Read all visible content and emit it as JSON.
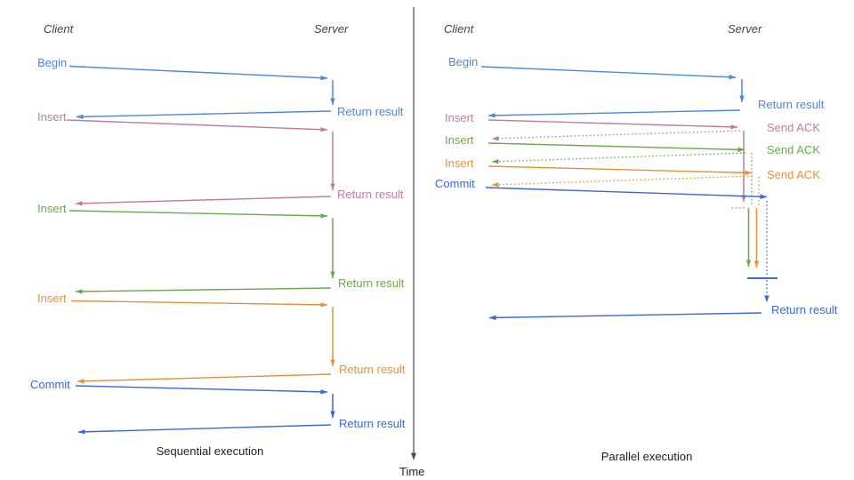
{
  "colors": {
    "blue": "#4a86e8",
    "pink": "#c27ba0",
    "green": "#6aa84f",
    "orange": "#e69138",
    "commit": "#3c66db",
    "axis": "#4a4a4a",
    "heading": "#434343",
    "caption": "#1f1f1f"
  },
  "left": {
    "client": "Client",
    "server": "Server",
    "title": "Sequential execution",
    "ops": [
      {
        "label": "Begin",
        "response": "Return result"
      },
      {
        "label": "Insert",
        "response": "Return result"
      },
      {
        "label": "Insert",
        "response": "Return result"
      },
      {
        "label": "Insert",
        "response": "Return result"
      },
      {
        "label": "Commit",
        "response": "Return result"
      }
    ]
  },
  "right": {
    "client": "Client",
    "server": "Server",
    "title": "Parallel execution",
    "ops": [
      {
        "label": "Begin",
        "response": "Return result"
      },
      {
        "label": "Insert",
        "response": "Send ACK"
      },
      {
        "label": "Insert",
        "response": "Send ACK"
      },
      {
        "label": "Insert",
        "response": "Send ACK"
      },
      {
        "label": "Commit",
        "response": ""
      }
    ],
    "final_response": "Return result"
  },
  "time_axis": {
    "label": "Time"
  }
}
